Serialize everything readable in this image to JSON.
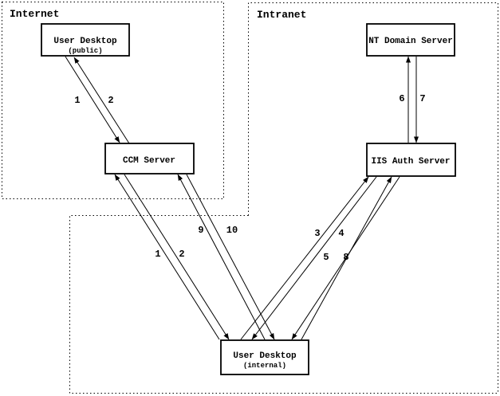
{
  "colors": {
    "ink": "#000000",
    "background": "#ffffff"
  },
  "zones": {
    "internet": {
      "label": "Internet"
    },
    "intranet": {
      "label": "Intranet"
    }
  },
  "nodes": {
    "user_desktop_public": {
      "title": "User Desktop",
      "subtitle": "(public)"
    },
    "ccm_server": {
      "title": "CCM Server"
    },
    "nt_domain_server": {
      "title": "NT Domain Server"
    },
    "iis_auth_server": {
      "title": "IIS Auth Server"
    },
    "user_desktop_internal": {
      "title": "User Desktop",
      "subtitle": "(internal)"
    }
  },
  "edges": [
    {
      "label": "1",
      "from": "user_desktop_public",
      "to": "ccm_server"
    },
    {
      "label": "2",
      "from": "ccm_server",
      "to": "user_desktop_public"
    },
    {
      "label": "1",
      "from": "user_desktop_internal",
      "to": "ccm_server"
    },
    {
      "label": "2",
      "from": "ccm_server",
      "to": "user_desktop_internal"
    },
    {
      "label": "9",
      "from": "user_desktop_internal",
      "to": "ccm_server"
    },
    {
      "label": "10",
      "from": "ccm_server",
      "to": "user_desktop_internal"
    },
    {
      "label": "6",
      "from": "iis_auth_server",
      "to": "nt_domain_server"
    },
    {
      "label": "7",
      "from": "nt_domain_server",
      "to": "iis_auth_server"
    },
    {
      "label": "3",
      "from": "user_desktop_internal",
      "to": "iis_auth_server"
    },
    {
      "label": "4",
      "from": "iis_auth_server",
      "to": "user_desktop_internal"
    },
    {
      "label": "5",
      "from": "user_desktop_internal",
      "to": "iis_auth_server"
    },
    {
      "label": "8",
      "from": "iis_auth_server",
      "to": "user_desktop_internal"
    }
  ]
}
